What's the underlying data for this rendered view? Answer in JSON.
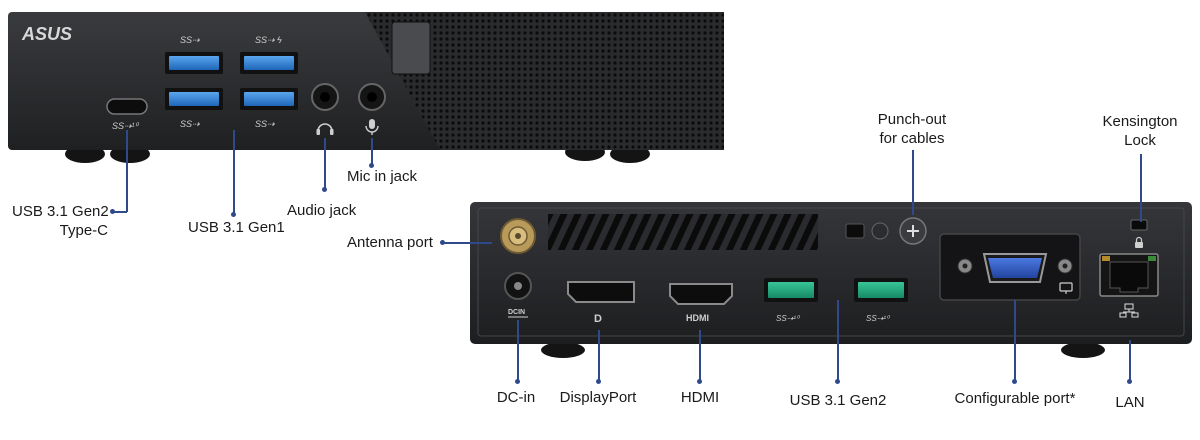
{
  "brand": "ASUS",
  "front_icons": {
    "usb_top_left": "SS⇢",
    "usb_top_right": "SS⇢ ϟ",
    "usb_bottom_left": "SS⇢",
    "usb_bottom_right": "SS⇢",
    "usb_c": "SS⇢¹⁰"
  },
  "rear_icons": {
    "dc_in": "DCIN",
    "displayport": "D",
    "hdmi": "HDMI",
    "usb_a": "SS⇢¹⁰",
    "usb_b": "SS⇢¹⁰"
  },
  "labels": {
    "usb_typec": [
      "USB 3.1 Gen2",
      "Type-C"
    ],
    "usb_gen1": "USB 3.1 Gen1",
    "audio_jack": "Audio jack",
    "mic_jack": "Mic in jack",
    "antenna": "Antenna port",
    "punch_out": [
      "Punch-out",
      "for cables"
    ],
    "kensington": [
      "Kensington",
      "Lock"
    ],
    "dc_in": "DC-in",
    "displayport": "DisplayPort",
    "hdmi": "HDMI",
    "usb_gen2": "USB 3.1 Gen2",
    "configurable": "Configurable port*",
    "lan": "LAN"
  },
  "colors": {
    "chassis": "#2a2a2c",
    "usb3_blue": "#2f7fd0",
    "usb_gen2_teal": "#1fa07a",
    "vga_blue": "#2d54b8",
    "callout_line": "#2f4a8a"
  }
}
